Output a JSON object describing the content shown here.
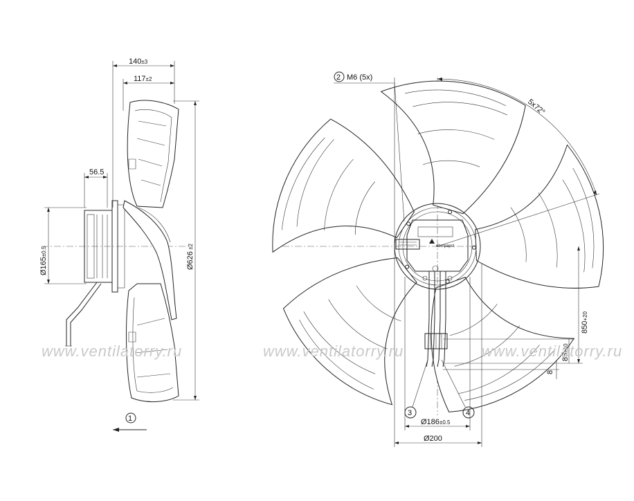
{
  "watermark": "www.ventilatorry.ru",
  "side_view": {
    "dim_overall_depth": {
      "value": "140",
      "tol": "±3"
    },
    "dim_blade_depth": {
      "value": "117",
      "tol": "±2"
    },
    "dim_hub": "56.5",
    "dim_motor_dia": {
      "value": "Ø165",
      "tol": "±0.5"
    },
    "dim_fan_dia": {
      "value": "Ø626",
      "tol": " ±2"
    },
    "callout_1": "1"
  },
  "front_view": {
    "callout_2": "2",
    "mount_thread": "M6 (5x)",
    "angle_spacing": "5x72°",
    "dim_cable_len": {
      "value": "850",
      "tol": "+20"
    },
    "dim_cable_end": {
      "value": "85",
      "tol": "±10"
    },
    "dim_strip": "8",
    "dim_bolt_circle": {
      "value": "Ø186",
      "tol": "±0.5"
    },
    "dim_flange": "Ø200",
    "callout_3": "3",
    "callout_4": "4",
    "label_brand": "ebmpapst"
  }
}
